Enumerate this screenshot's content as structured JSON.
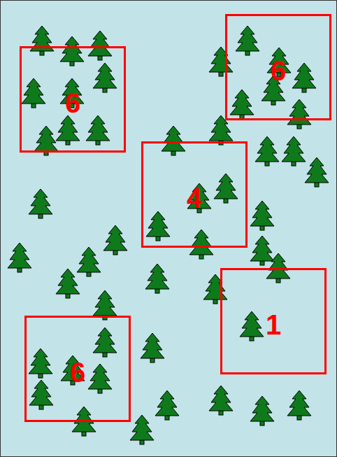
{
  "diagram": {
    "nodes": [
      {
        "text": [
          "6"
        ]
      },
      {
        "text": [
          "6"
        ]
      },
      {
        "text": [
          "4"
        ]
      },
      {
        "text": [
          "1"
        ]
      },
      {
        "text": [
          "6"
        ]
      }
    ]
  }
}
